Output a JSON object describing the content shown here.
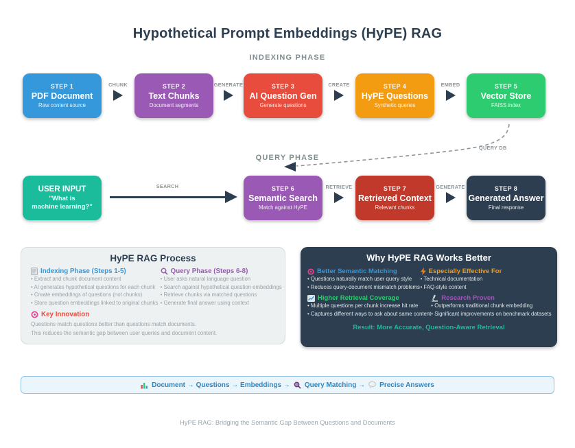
{
  "title": "Hypothetical Prompt Embeddings (HyPE) RAG",
  "indexing_phase_label": "INDEXING PHASE",
  "query_phase_label": "QUERY PHASE",
  "query_db_label": "QUERY DB",
  "search_arrow_label": "SEARCH",
  "indexing_steps": [
    {
      "step": "STEP 1",
      "title": "PDF Document",
      "subtitle": "Raw content source",
      "color": "#3498db"
    },
    {
      "step": "STEP 2",
      "title": "Text Chunks",
      "subtitle": "Document segments",
      "color": "#9b59b6"
    },
    {
      "step": "STEP 3",
      "title": "AI Question Gen",
      "subtitle": "Generate questions",
      "color": "#e74c3c"
    },
    {
      "step": "STEP 4",
      "title": "HyPE Questions",
      "subtitle": "Synthetic queries",
      "color": "#f39c12"
    },
    {
      "step": "STEP 5",
      "title": "Vector Store",
      "subtitle": "FAISS index",
      "color": "#2ecc71"
    }
  ],
  "indexing_arrows": [
    "CHUNK",
    "GENERATE",
    "CREATE",
    "EMBED"
  ],
  "user_input": {
    "title": "USER INPUT",
    "line1": "\"What is",
    "line2": "machine learning?\"",
    "color": "#1abc9c"
  },
  "query_steps": [
    {
      "step": "STEP 6",
      "title": "Semantic Search",
      "subtitle": "Match against HyPE",
      "color": "#9b59b6"
    },
    {
      "step": "STEP 7",
      "title": "Retrieved Context",
      "subtitle": "Relevant chunks",
      "color": "#c0392b"
    },
    {
      "step": "STEP 8",
      "title": "Generated Answer",
      "subtitle": "Final response",
      "color": "#2c3e50"
    }
  ],
  "query_arrows": [
    "RETRIEVE",
    "GENERATE"
  ],
  "process_panel": {
    "title": "HyPE RAG Process",
    "indexing": {
      "icon": "memo-icon",
      "header": "Indexing Phase (Steps 1-5)",
      "color": "#3498db",
      "bullets": [
        "Extract and chunk document content",
        "AI generates hypothetical questions for each chunk",
        "Create embeddings of questions (not chunks)",
        "Store question embeddings linked to original chunks"
      ]
    },
    "query": {
      "icon": "magnifier-icon",
      "header": "Query Phase (Steps 6-8)",
      "color": "#9b59b6",
      "bullets": [
        "User asks natural language question",
        "Search against hypothetical question embeddings",
        "Retrieve chunks via matched questions",
        "Generate final answer using context"
      ]
    },
    "innovation": {
      "icon": "target-icon",
      "header": "Key Innovation",
      "color": "#e74c3c",
      "line1": "Questions match questions better than questions match documents.",
      "line2": "This reduces the semantic gap between user queries and document content."
    }
  },
  "benefits_panel": {
    "title": "Why HyPE RAG Works Better",
    "sections": [
      {
        "icon": "target-icon",
        "header": "Better Semantic Matching",
        "color": "#3498db",
        "bullets": [
          "Questions naturally match user query style",
          "Reduces query-document mismatch problems"
        ]
      },
      {
        "icon": "lightning-icon",
        "header": "Especially Effective For",
        "color": "#f39c12",
        "bullets": [
          "Technical documentation",
          "FAQ-style content"
        ]
      },
      {
        "icon": "chart-up-icon",
        "header": "Higher Retrieval Coverage",
        "color": "#2ecc71",
        "bullets": [
          "Multiple questions per chunk increase hit rate",
          "Captures different ways to ask about same content"
        ]
      },
      {
        "icon": "microscope-icon",
        "header": "Research Proven",
        "color": "#9b59b6",
        "bullets": [
          "Outperforms traditional chunk embedding",
          "Significant improvements on benchmark datasets"
        ]
      }
    ],
    "result": "Result: More Accurate, Question-Aware Retrieval"
  },
  "flow_banner": {
    "icons": [
      "bar-chart-icon",
      "magnifier-icon",
      "speech-bubble-icon"
    ],
    "part1": "Document → Questions → Embeddings →",
    "part2": "Query Matching →",
    "part3": "Precise Answers"
  },
  "footer": "HyPE RAG: Bridging the Semantic Gap Between Questions and Documents",
  "colors": {
    "title_text": "#2c3e50",
    "phase_label_text": "#7f8c8d",
    "arrow": "#2c3e50",
    "arrow_label_text": "#8a9499",
    "left_panel_bg": "#eef1f2",
    "right_panel_bg": "#2c3e50",
    "bullet_text_left": "#98a3a8",
    "bullet_text_right": "#dde4e8",
    "result_text": "#1abc9c",
    "banner_bg": "#ebf5fc",
    "banner_border": "#8fc4e8",
    "banner_text": "#2e86c1",
    "footer_text": "#9aa6ab"
  }
}
